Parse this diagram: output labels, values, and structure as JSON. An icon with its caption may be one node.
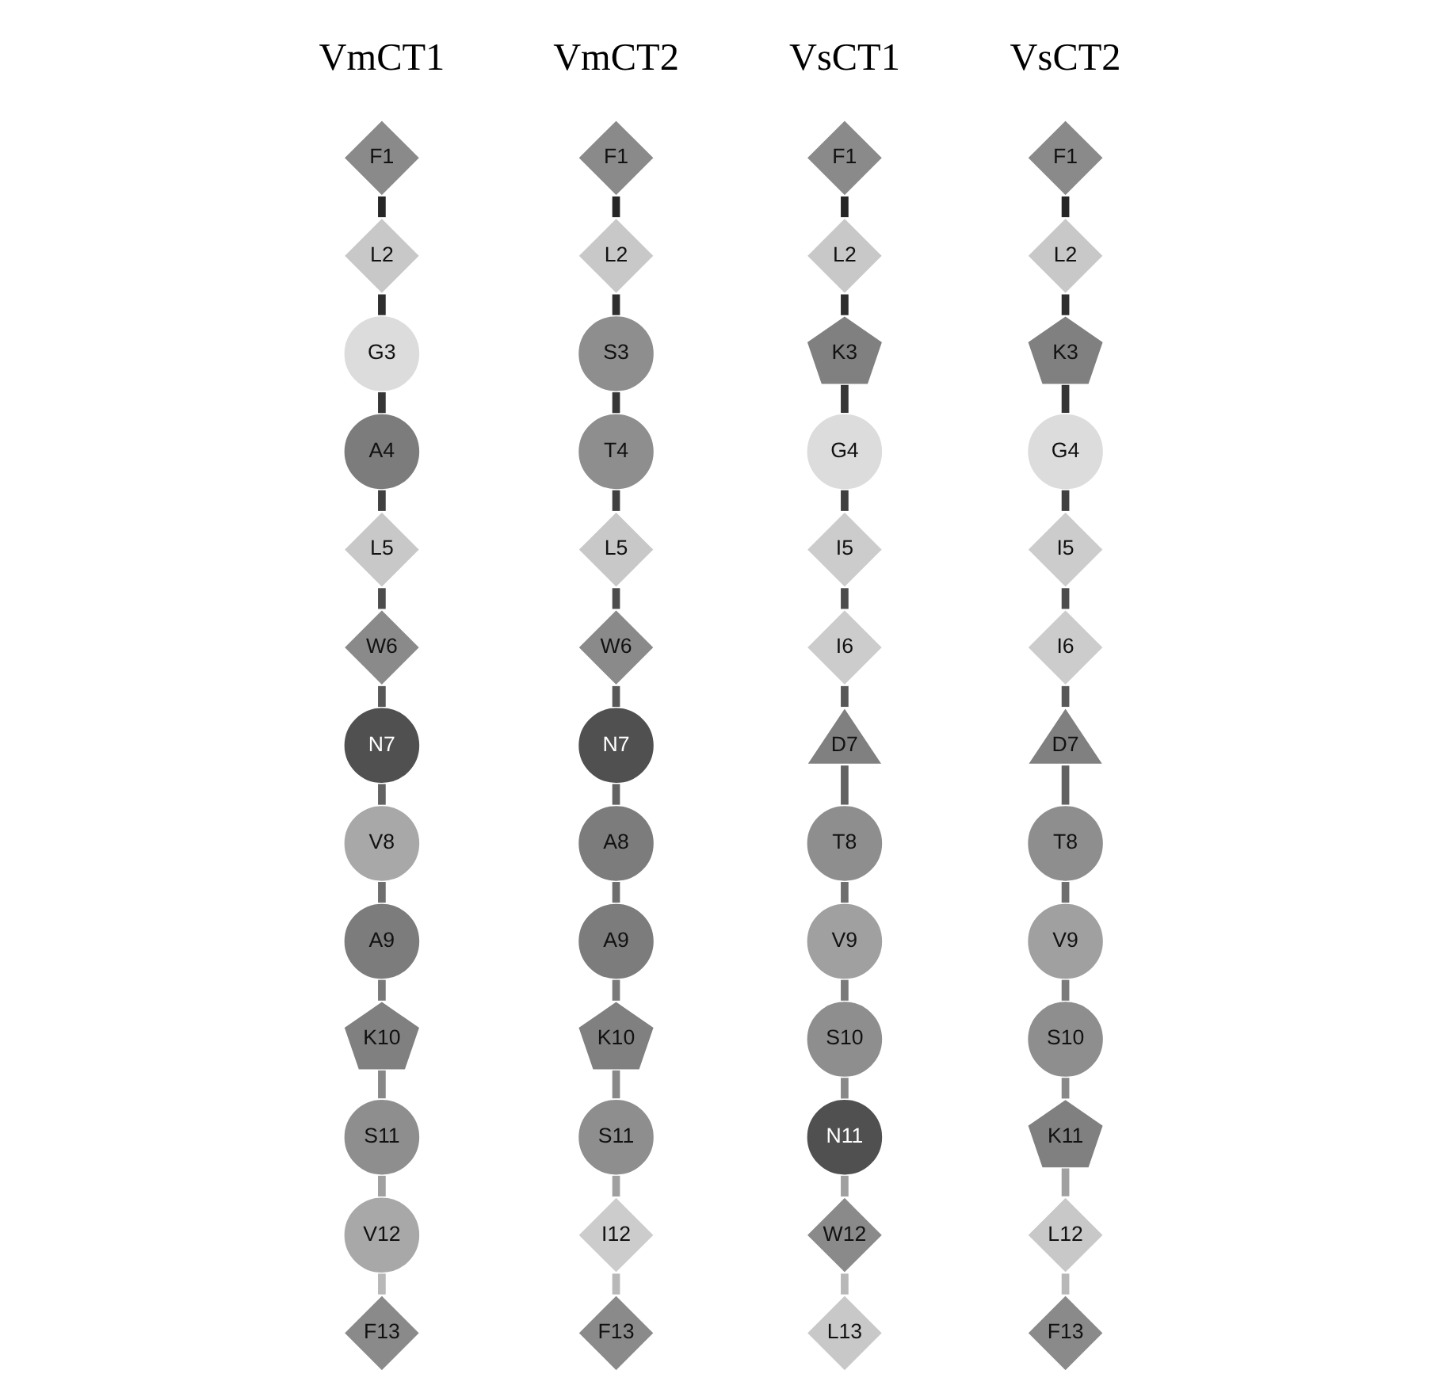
{
  "diagram": {
    "nodes": [
      {
        "text": [
          "F1"
        ]
      },
      {
        "text": [
          "L2"
        ]
      },
      {
        "text": [
          "G3"
        ]
      },
      {
        "text": [
          "A4"
        ]
      },
      {
        "text": [
          "L5"
        ]
      },
      {
        "text": [
          "W6"
        ]
      },
      {
        "text": [
          "N7"
        ]
      },
      {
        "text": [
          "V8"
        ]
      },
      {
        "text": [
          "A9"
        ]
      },
      {
        "text": [
          "K10"
        ]
      },
      {
        "text": [
          "S11"
        ]
      },
      {
        "text": [
          "V12"
        ]
      },
      {
        "text": [
          "F13"
        ]
      },
      {
        "text": [
          "F1"
        ]
      },
      {
        "text": [
          "L2"
        ]
      },
      {
        "text": [
          "S3"
        ]
      },
      {
        "text": [
          "T4"
        ]
      },
      {
        "text": [
          "L5"
        ]
      },
      {
        "text": [
          "W6"
        ]
      },
      {
        "text": [
          "N7"
        ]
      },
      {
        "text": [
          "A8"
        ]
      },
      {
        "text": [
          "A9"
        ]
      },
      {
        "text": [
          "K10"
        ]
      },
      {
        "text": [
          "S11"
        ]
      },
      {
        "text": [
          "I12"
        ]
      },
      {
        "text": [
          "F13"
        ]
      },
      {
        "text": [
          "F1"
        ]
      },
      {
        "text": [
          "L2"
        ]
      },
      {
        "text": [
          "K3"
        ]
      },
      {
        "text": [
          "G4"
        ]
      },
      {
        "text": [
          "I5"
        ]
      },
      {
        "text": [
          "I6"
        ]
      },
      {
        "text": [
          "D7"
        ]
      },
      {
        "text": [
          "T8"
        ]
      },
      {
        "text": [
          "V9"
        ]
      },
      {
        "text": [
          "S10"
        ]
      },
      {
        "text": [
          "N11"
        ]
      },
      {
        "text": [
          "W12"
        ]
      },
      {
        "text": [
          "L13"
        ]
      },
      {
        "text": [
          "F1"
        ]
      },
      {
        "text": [
          "L2"
        ]
      },
      {
        "text": [
          "K3"
        ]
      },
      {
        "text": [
          "G4"
        ]
      },
      {
        "text": [
          "I5"
        ]
      },
      {
        "text": [
          "I6"
        ]
      },
      {
        "text": [
          "D7"
        ]
      },
      {
        "text": [
          "T8"
        ]
      },
      {
        "text": [
          "V9"
        ]
      },
      {
        "text": [
          "S10"
        ]
      },
      {
        "text": [
          "K11"
        ]
      },
      {
        "text": [
          "L12"
        ]
      },
      {
        "text": [
          "F13"
        ]
      }
    ],
    "edges": [
      {
        "from": 0,
        "to": 1,
        "arrow": "none",
        "color": "#262626"
      },
      {
        "from": 1,
        "to": 2,
        "arrow": "none",
        "color": "#2e2e2e"
      },
      {
        "from": 2,
        "to": 3,
        "arrow": "none",
        "color": "#363636"
      },
      {
        "from": 3,
        "to": 4,
        "arrow": "none",
        "color": "#404040"
      },
      {
        "from": 4,
        "to": 5,
        "arrow": "none",
        "color": "#4c4c4c"
      },
      {
        "from": 5,
        "to": 6,
        "arrow": "none",
        "color": "#585858"
      },
      {
        "from": 6,
        "to": 7,
        "arrow": "none",
        "color": "#626262"
      },
      {
        "from": 7,
        "to": 8,
        "arrow": "none",
        "color": "#6e6e6e"
      },
      {
        "from": 8,
        "to": 9,
        "arrow": "none",
        "color": "#7a7a7a"
      },
      {
        "from": 9,
        "to": 10,
        "arrow": "none",
        "color": "#888888"
      },
      {
        "from": 10,
        "to": 11,
        "arrow": "none",
        "color": "#a0a0a0"
      },
      {
        "from": 11,
        "to": 12,
        "arrow": "none",
        "color": "#b8b8b8"
      },
      {
        "from": 13,
        "to": 14,
        "arrow": "none",
        "color": "#262626"
      },
      {
        "from": 14,
        "to": 15,
        "arrow": "none",
        "color": "#2e2e2e"
      },
      {
        "from": 15,
        "to": 16,
        "arrow": "none",
        "color": "#363636"
      },
      {
        "from": 16,
        "to": 17,
        "arrow": "none",
        "color": "#404040"
      },
      {
        "from": 17,
        "to": 18,
        "arrow": "none",
        "color": "#4c4c4c"
      },
      {
        "from": 18,
        "to": 19,
        "arrow": "none",
        "color": "#585858"
      },
      {
        "from": 19,
        "to": 20,
        "arrow": "none",
        "color": "#626262"
      },
      {
        "from": 20,
        "to": 21,
        "arrow": "none",
        "color": "#6e6e6e"
      },
      {
        "from": 21,
        "to": 22,
        "arrow": "none",
        "color": "#7a7a7a"
      },
      {
        "from": 22,
        "to": 23,
        "arrow": "none",
        "color": "#888888"
      },
      {
        "from": 23,
        "to": 24,
        "arrow": "none",
        "color": "#a0a0a0"
      },
      {
        "from": 24,
        "to": 25,
        "arrow": "none",
        "color": "#b8b8b8"
      },
      {
        "from": 26,
        "to": 27,
        "arrow": "none",
        "color": "#262626"
      },
      {
        "from": 27,
        "to": 28,
        "arrow": "none",
        "color": "#2e2e2e"
      },
      {
        "from": 28,
        "to": 29,
        "arrow": "none",
        "color": "#363636"
      },
      {
        "from": 29,
        "to": 30,
        "arrow": "none",
        "color": "#404040"
      },
      {
        "from": 30,
        "to": 31,
        "arrow": "none",
        "color": "#4c4c4c"
      },
      {
        "from": 31,
        "to": 32,
        "arrow": "none",
        "color": "#585858"
      },
      {
        "from": 32,
        "to": 33,
        "arrow": "none",
        "color": "#626262"
      },
      {
        "from": 33,
        "to": 34,
        "arrow": "none",
        "color": "#6e6e6e"
      },
      {
        "from": 34,
        "to": 35,
        "arrow": "none",
        "color": "#7a7a7a"
      },
      {
        "from": 35,
        "to": 36,
        "arrow": "none",
        "color": "#888888"
      },
      {
        "from": 36,
        "to": 37,
        "arrow": "none",
        "color": "#a0a0a0"
      },
      {
        "from": 37,
        "to": 38,
        "arrow": "none",
        "color": "#b8b8b8"
      },
      {
        "from": 39,
        "to": 40,
        "arrow": "none",
        "color": "#262626"
      },
      {
        "from": 40,
        "to": 41,
        "arrow": "none",
        "color": "#2e2e2e"
      },
      {
        "from": 41,
        "to": 42,
        "arrow": "none",
        "color": "#363636"
      },
      {
        "from": 42,
        "to": 43,
        "arrow": "none",
        "color": "#404040"
      },
      {
        "from": 43,
        "to": 44,
        "arrow": "none",
        "color": "#4c4c4c"
      },
      {
        "from": 44,
        "to": 45,
        "arrow": "none",
        "color": "#585858"
      },
      {
        "from": 45,
        "to": 46,
        "arrow": "none",
        "color": "#626262"
      },
      {
        "from": 46,
        "to": 47,
        "arrow": "none",
        "color": "#6e6e6e"
      },
      {
        "from": 47,
        "to": 48,
        "arrow": "none",
        "color": "#7a7a7a"
      },
      {
        "from": 48,
        "to": 49,
        "arrow": "none",
        "color": "#888888"
      },
      {
        "from": 49,
        "to": 50,
        "arrow": "none",
        "color": "#a0a0a0"
      },
      {
        "from": 50,
        "to": 51,
        "arrow": "none",
        "color": "#b8b8b8"
      }
    ],
    "labels": [
      "VmCT1",
      "VmCT2",
      "VsCT1",
      "VsCT2"
    ]
  }
}
